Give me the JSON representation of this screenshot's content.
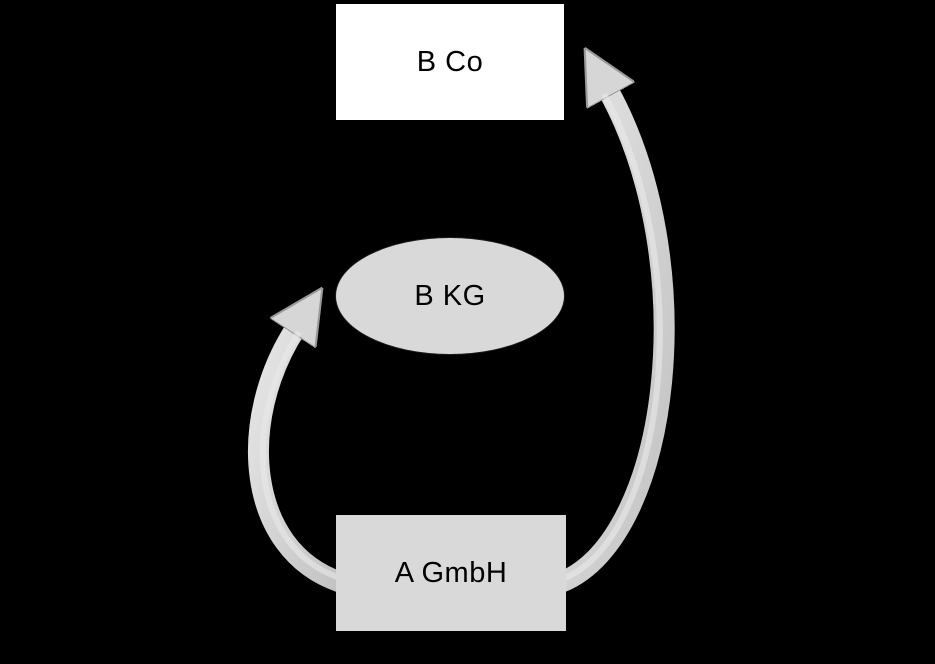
{
  "diagram": {
    "background_color": "#000000",
    "nodes": [
      {
        "id": "b-co",
        "label": "B Co",
        "shape": "rectangle",
        "fill_color": "#ffffff",
        "text_color": "#000000"
      },
      {
        "id": "b-kg",
        "label": "B KG",
        "shape": "ellipse",
        "fill_color": "#d9d9d9",
        "text_color": "#000000"
      },
      {
        "id": "a-gmbh",
        "label": "A GmbH",
        "shape": "rectangle",
        "fill_color": "#d9d9d9",
        "text_color": "#000000"
      }
    ],
    "arrows": [
      {
        "id": "arrow-a-gmbh-to-b-kg",
        "from": "A GmbH",
        "to": "B KG",
        "style": "curved-block-arrow",
        "color": "#cfcfcf"
      },
      {
        "id": "arrow-a-gmbh-to-b-co",
        "from": "A GmbH",
        "to": "B Co",
        "style": "curved-block-arrow",
        "color": "#cfcfcf"
      }
    ]
  }
}
